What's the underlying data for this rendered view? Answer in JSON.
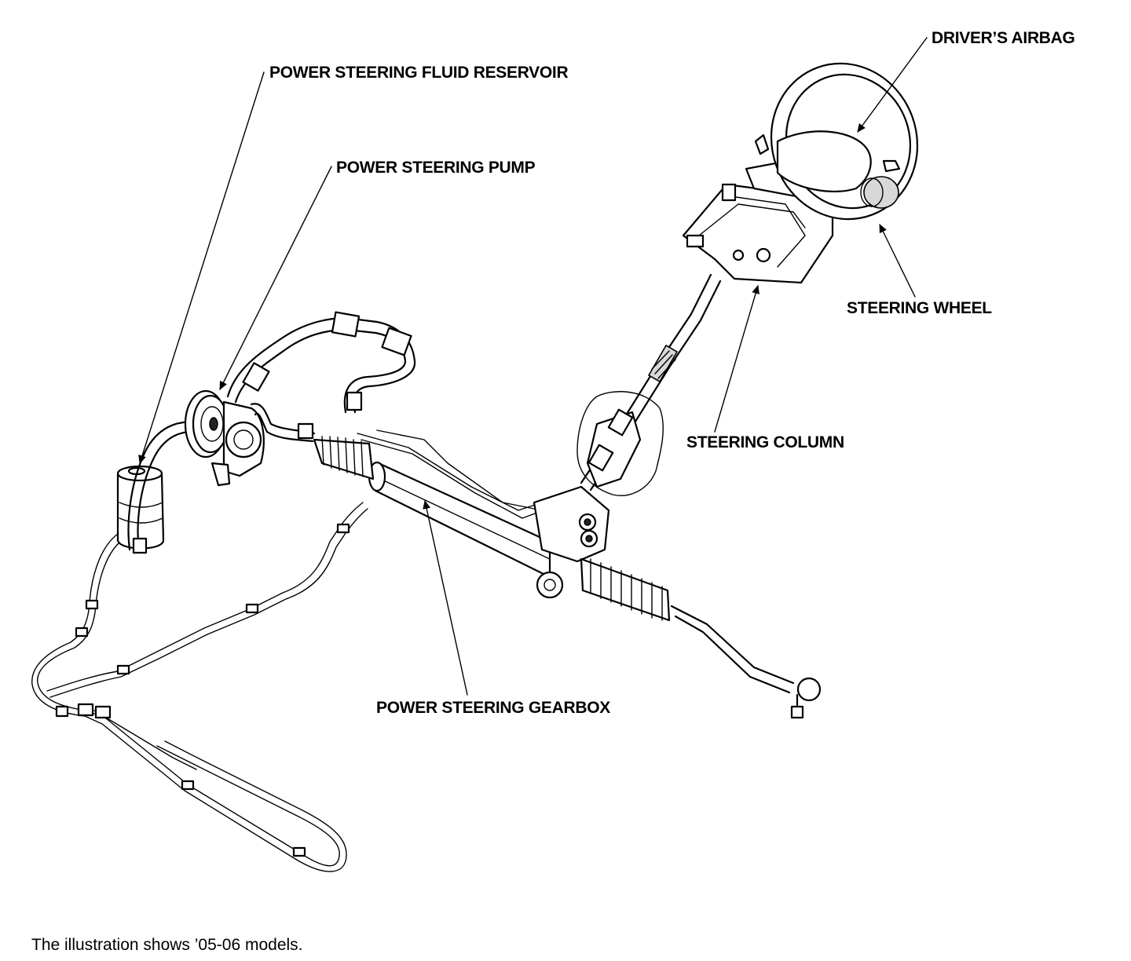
{
  "labels": {
    "drivers_airbag": "DRIVER’S AIRBAG",
    "fluid_reservoir": "POWER STEERING FLUID RESERVOIR",
    "pump": "POWER STEERING PUMP",
    "steering_wheel": "STEERING WHEEL",
    "steering_column": "STEERING COLUMN",
    "gearbox": "POWER STEERING GEARBOX"
  },
  "caption": "The illustration shows ’05-06 models."
}
